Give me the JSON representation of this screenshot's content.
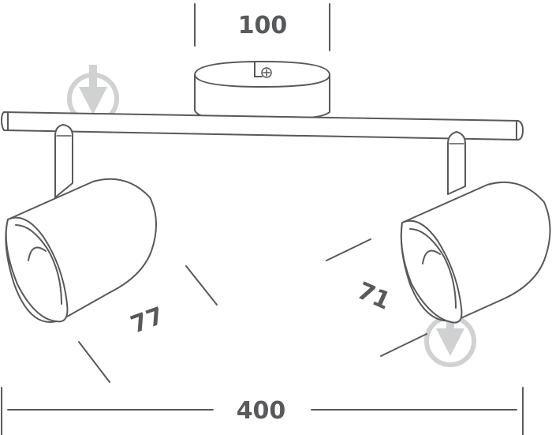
{
  "dimensions": {
    "base_width": "100",
    "head_left": "77",
    "head_right": "71",
    "total_width": "400"
  },
  "colors": {
    "line": "#58595b",
    "watermark": "#cfd1d2"
  }
}
